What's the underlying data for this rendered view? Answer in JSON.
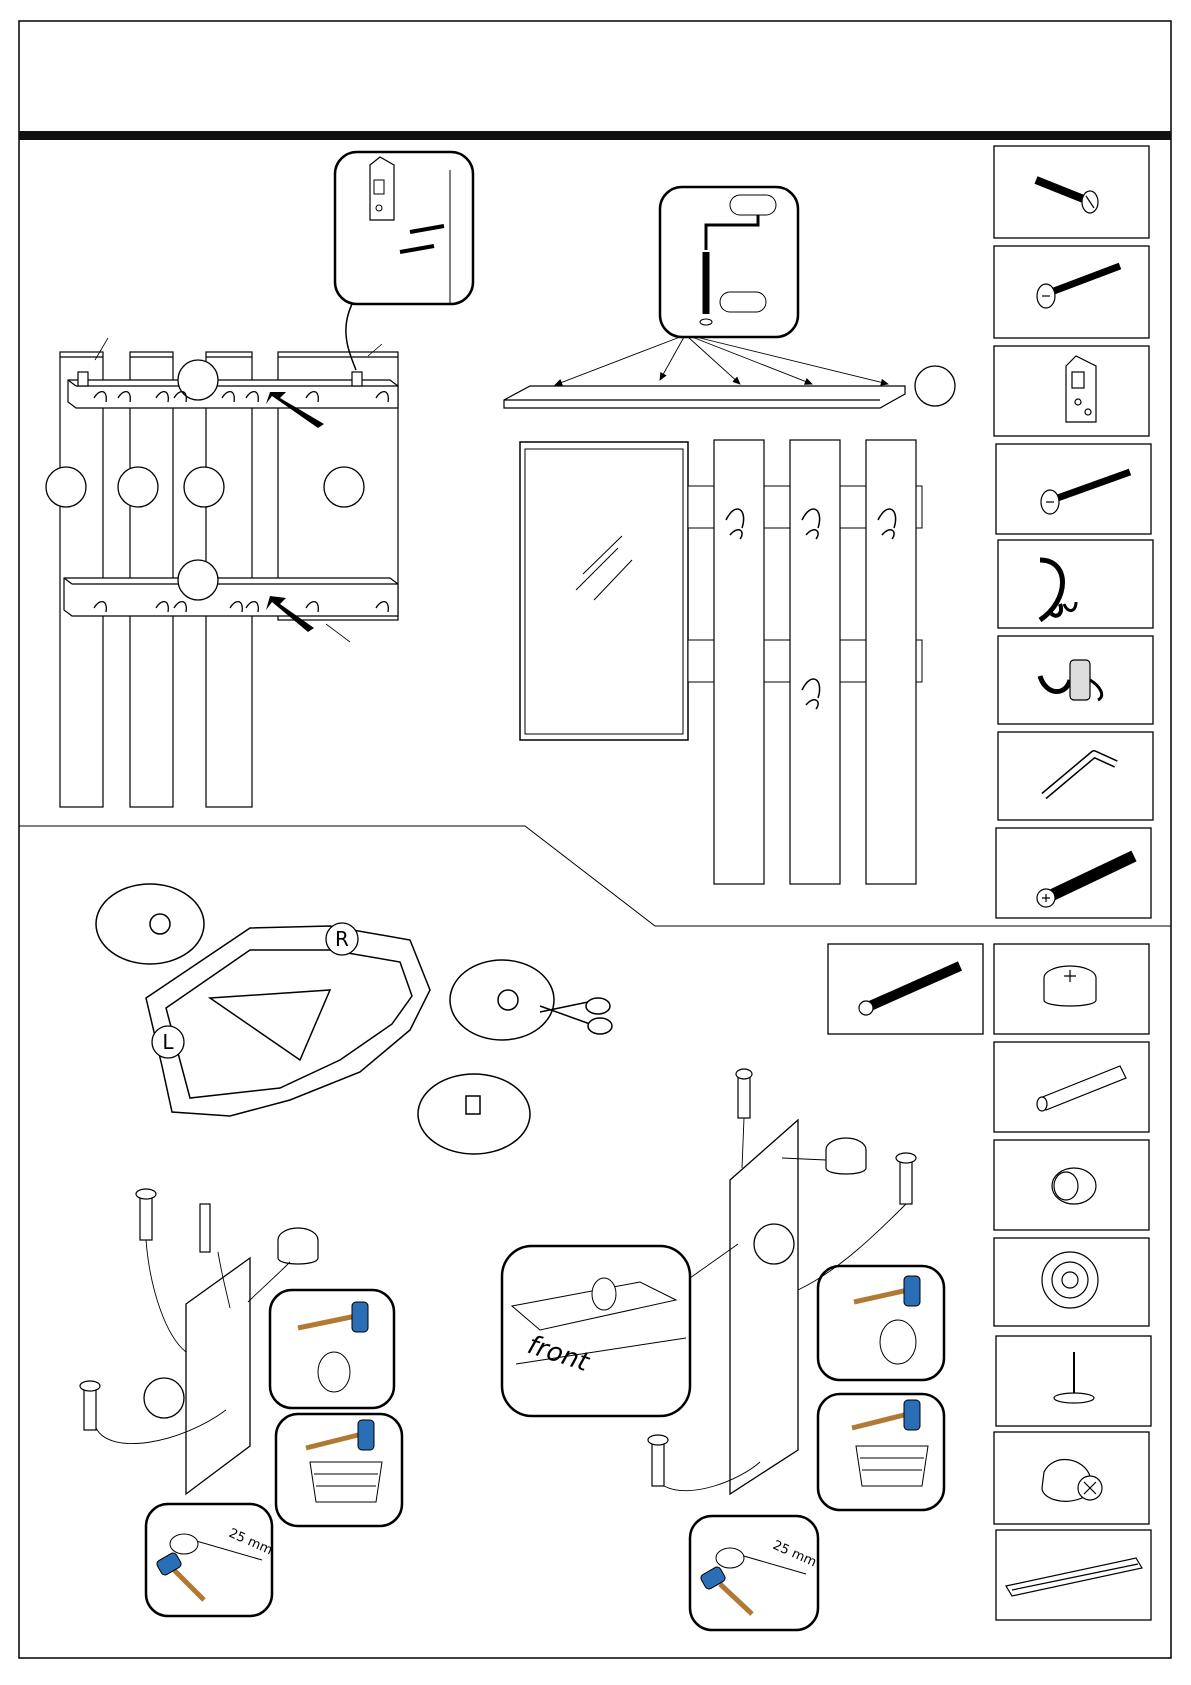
{
  "letters": {
    "right_jig": "R",
    "left_jig": "L"
  },
  "front_label": "front",
  "dimension_left": "25 mm",
  "dimension_right": "25 mm",
  "hardware_icons": [
    "countersunk-screw-short-icon",
    "countersunk-screw-long-icon",
    "hanging-bracket-icon",
    "countersunk-screw-medium-icon",
    "double-coat-hook-icon",
    "triple-coat-hook-icon",
    "allen-key-icon",
    "connector-bolt-icon",
    "cam-screw-icon",
    "cam-lock-icon",
    "wooden-dowel-icon",
    "knob-icon",
    "glide-cap-icon",
    "furniture-nail-icon",
    "wall-plug-icon",
    "drawer-runner-icon"
  ],
  "colors": {
    "ink": "#000000",
    "hammer_head": "#2a6fb5",
    "hammer_handle": "#b07a35"
  }
}
